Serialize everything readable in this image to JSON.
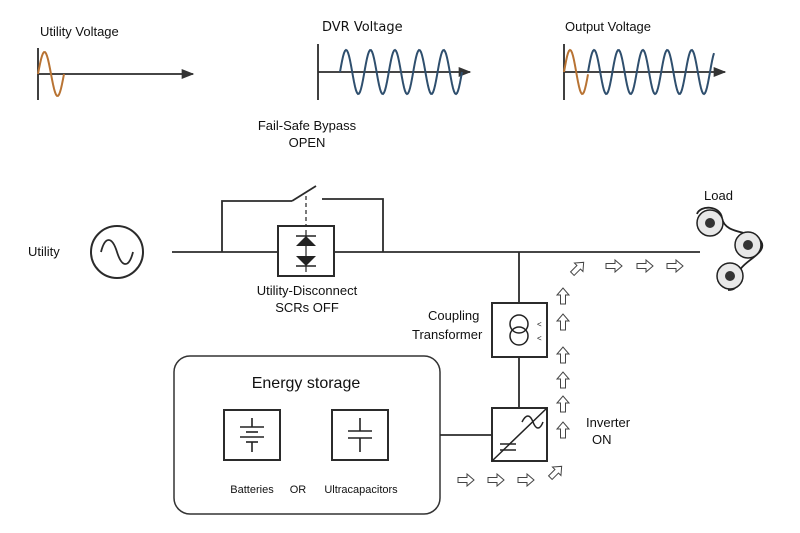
{
  "graphs": {
    "utility_voltage": "Utility Voltage",
    "dvr_voltage": "DVR Voltage",
    "output_voltage": "Output Voltage"
  },
  "bypass": {
    "line1": "Fail-Safe Bypass",
    "line2": "OPEN"
  },
  "utility_label": "Utility",
  "scr": {
    "line1": "Utility-Disconnect",
    "line2": "SCRs OFF"
  },
  "load_label": "Load",
  "transformer": {
    "line1": "Coupling",
    "line2": "Transformer"
  },
  "energy_storage": {
    "title": "Energy storage",
    "batteries": "Batteries",
    "or": "OR",
    "ultracapacitors": "Ultracapacitors"
  },
  "inverter": {
    "line1": "Inverter",
    "line2": "ON"
  },
  "colors": {
    "sag_wave": "#b87333",
    "dvr_wave": "#2f4f6e",
    "line": "#2b2b2b"
  }
}
